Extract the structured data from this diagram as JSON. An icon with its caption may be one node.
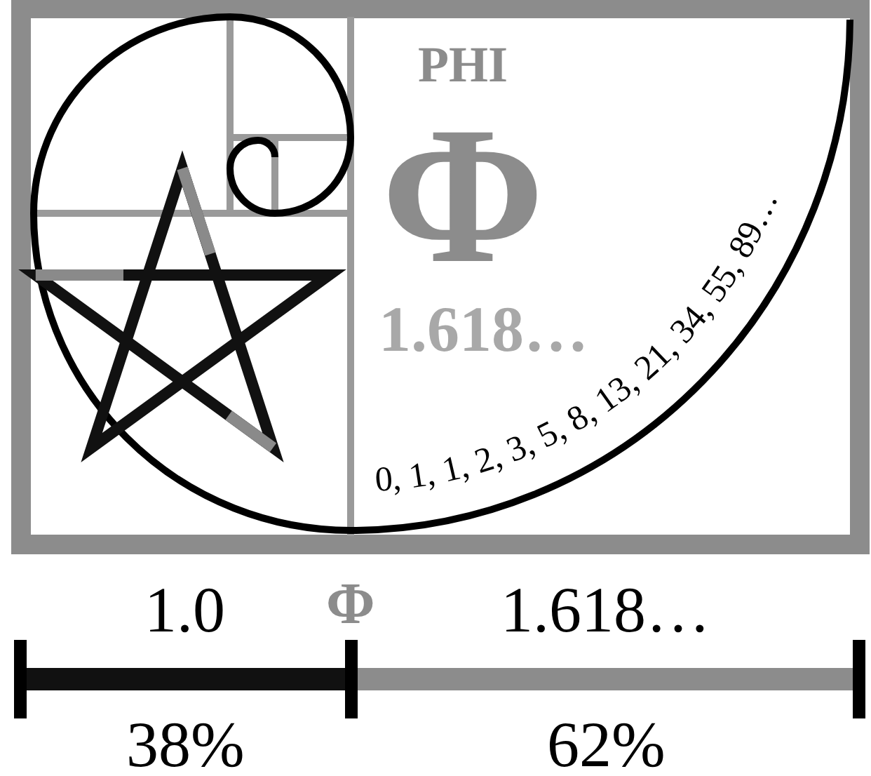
{
  "diagram": {
    "labels": [
      "PHI",
      "Φ",
      "1.618…",
      "0, 1, 1, 2, 3, 5, 8, 13, 21, 34, 55, 89…",
      "Φ",
      "1.0",
      "1.618…",
      "38%",
      "62%"
    ]
  }
}
